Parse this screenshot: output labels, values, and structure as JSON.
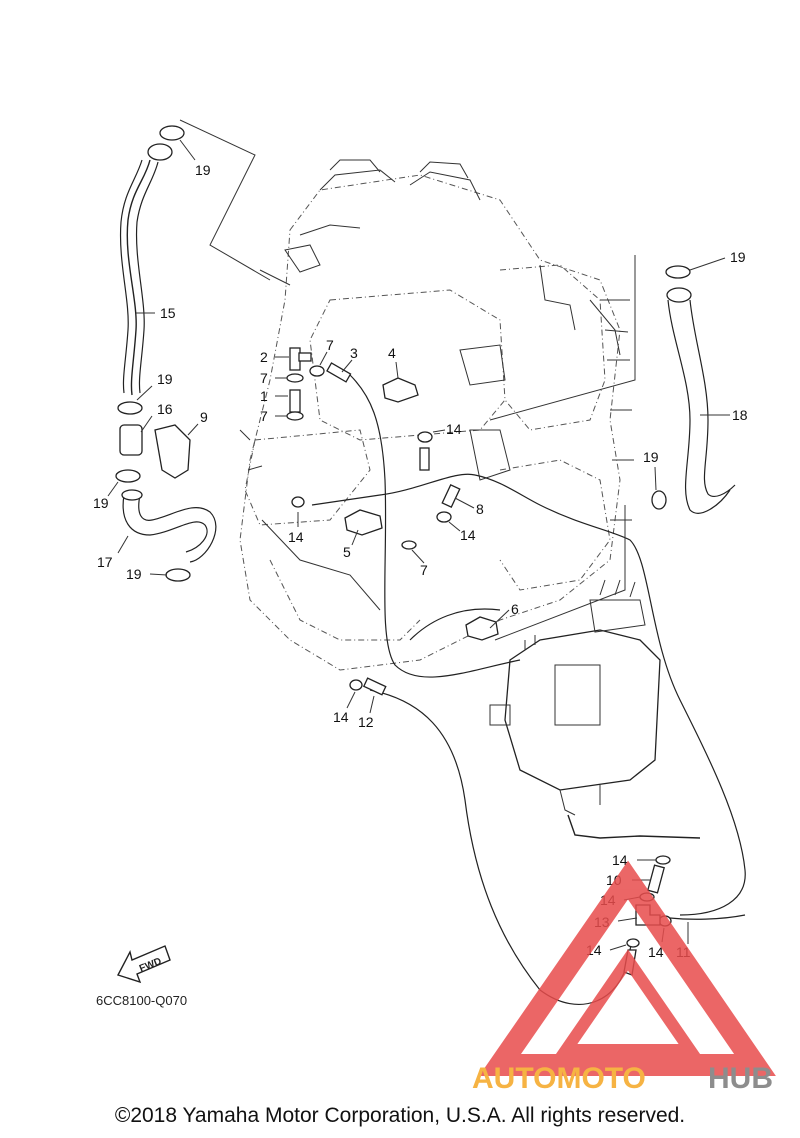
{
  "parts": [
    {
      "id": "p1",
      "label": "1"
    },
    {
      "id": "p2",
      "label": "2"
    },
    {
      "id": "p3",
      "label": "3"
    },
    {
      "id": "p4",
      "label": "4"
    },
    {
      "id": "p5",
      "label": "5"
    },
    {
      "id": "p6",
      "label": "6"
    },
    {
      "id": "p7a",
      "label": "7"
    },
    {
      "id": "p7b",
      "label": "7"
    },
    {
      "id": "p7c",
      "label": "7"
    },
    {
      "id": "p7d",
      "label": "7"
    },
    {
      "id": "p8",
      "label": "8"
    },
    {
      "id": "p9",
      "label": "9"
    },
    {
      "id": "p10",
      "label": "10"
    },
    {
      "id": "p11",
      "label": "11"
    },
    {
      "id": "p12",
      "label": "12"
    },
    {
      "id": "p13",
      "label": "13"
    },
    {
      "id": "p14a",
      "label": "14"
    },
    {
      "id": "p14b",
      "label": "14"
    },
    {
      "id": "p14c",
      "label": "14"
    },
    {
      "id": "p14d",
      "label": "14"
    },
    {
      "id": "p14e",
      "label": "14"
    },
    {
      "id": "p14f",
      "label": "14"
    },
    {
      "id": "p14g",
      "label": "14"
    },
    {
      "id": "p14h",
      "label": "14"
    },
    {
      "id": "p15",
      "label": "15"
    },
    {
      "id": "p16",
      "label": "16"
    },
    {
      "id": "p17",
      "label": "17"
    },
    {
      "id": "p18",
      "label": "18"
    },
    {
      "id": "p19a",
      "label": "19"
    },
    {
      "id": "p19b",
      "label": "19"
    },
    {
      "id": "p19c",
      "label": "19"
    },
    {
      "id": "p19d",
      "label": "19"
    },
    {
      "id": "p19e",
      "label": "19"
    },
    {
      "id": "p19f",
      "label": "19"
    }
  ],
  "fwd_label": "FWD",
  "diagram_code": "6CC8100-Q070",
  "copyright": "©2018 Yamaha Motor Corporation, U.S.A. All rights reserved.",
  "watermark": {
    "part1": "AUTOMOTO",
    "part2": "HUB",
    "color1": "#f5a623",
    "color2": "#7a7a7a",
    "triangle_color": "#e84c4c"
  }
}
